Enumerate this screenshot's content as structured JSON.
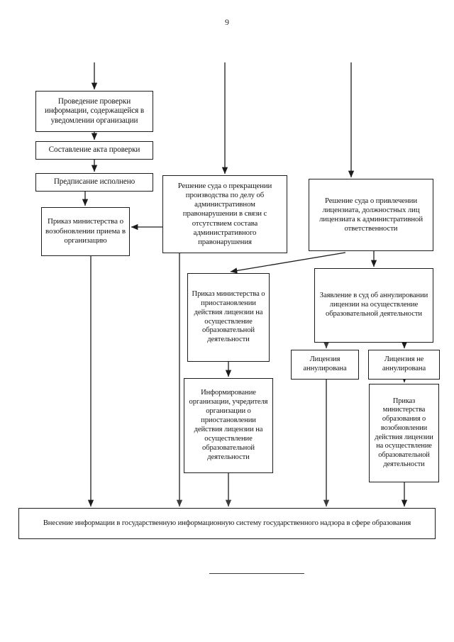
{
  "page": {
    "number": "9",
    "background": "#ffffff",
    "line_color": "#1c1c1c"
  },
  "diagram": {
    "type": "flowchart",
    "title": "",
    "nodes": [
      {
        "id": "check",
        "label": "Проведение проверки информации, содержащейся в уведомлении организации"
      },
      {
        "id": "act",
        "label": "Составление акта проверки"
      },
      {
        "id": "order-ok",
        "label": "Предписание исполнено"
      },
      {
        "id": "resume",
        "label": "Приказ министерства о возобновлении приема в организацию"
      },
      {
        "id": "court-end",
        "label": "Решение суда о прекращении производства по делу об административном правонарушении в связи с отсутствием состава административного правонарушения"
      },
      {
        "id": "court-adm",
        "label": "Решение суда о привлечении лицензиата, должностных лиц лицензиата к административной ответственности"
      },
      {
        "id": "suspend",
        "label": "Приказ министерства о приостановлении действия лицензии на осуществление образовательной деятельности"
      },
      {
        "id": "claim",
        "label": "Заявление в суд об аннулировании лицензии на осуществление образовательной деятельности"
      },
      {
        "id": "annulled",
        "label": "Лицензия аннулирована"
      },
      {
        "id": "not-annulled",
        "label": "Лицензия не аннулирована"
      },
      {
        "id": "inform",
        "label": "Информирование организации, учредителя организации о приостановлении действия лицензии на осуществление образовательной деятельности"
      },
      {
        "id": "restore",
        "label": "Приказ министерства образования о возобновлении действия лицензии на осуществление образовательной деятельности"
      },
      {
        "id": "register",
        "label": "Внесение информации в государственную информационную систему государственного надзора в сфере образования"
      }
    ]
  }
}
